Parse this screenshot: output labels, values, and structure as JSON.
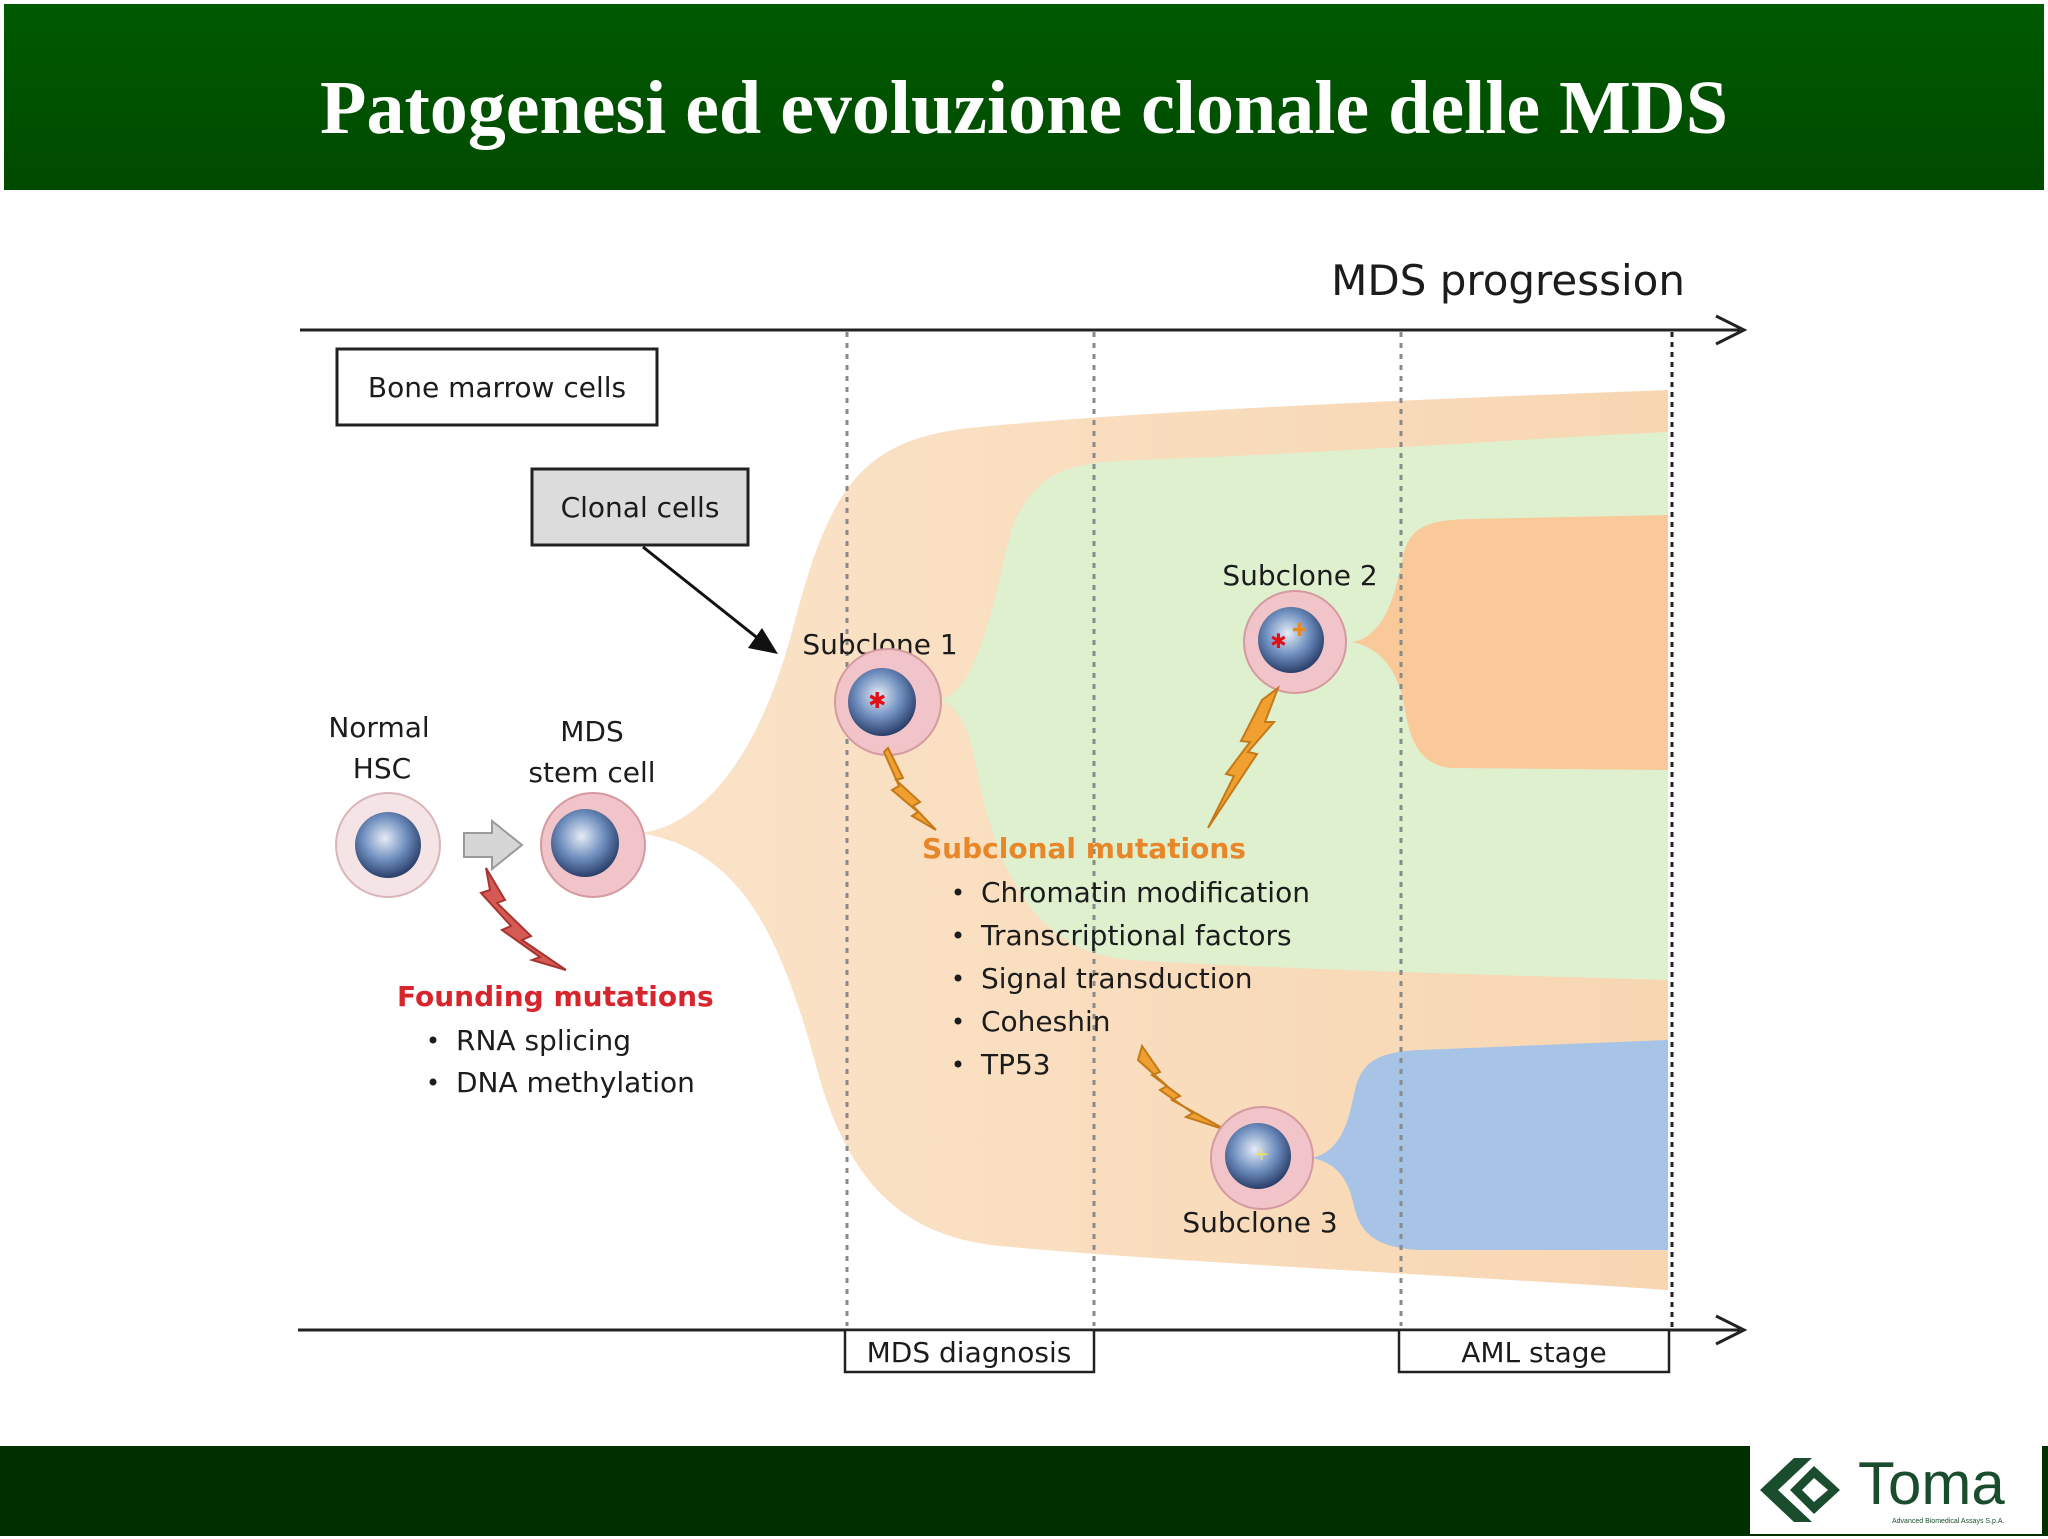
{
  "slide": {
    "title": "Patogenesi ed evoluzione clonale delle MDS"
  },
  "diagram": {
    "progression_label": "MDS progression",
    "bone_marrow_label": "Bone marrow cells",
    "clonal_cells_label": "Clonal cells",
    "normal_hsc": [
      "Normal",
      "HSC"
    ],
    "mds_stem_cell": [
      "MDS",
      "stem cell"
    ],
    "subclone1": "Subclone 1",
    "subclone2": "Subclone 2",
    "subclone3": "Subclone 3",
    "founding_title": "Founding mutations",
    "founding_items": [
      "RNA splicing",
      "DNA methylation"
    ],
    "subclonal_title": "Subclonal mutations",
    "subclonal_items": [
      "Chromatin modification",
      "Transcriptional factors",
      "Signal transduction",
      "Coheshin",
      "TP53"
    ],
    "mds_diagnosis_label": "MDS diagnosis",
    "aml_stage_label": "AML stage",
    "colors": {
      "title_bar": "#005a00",
      "footer_bar": "#003000",
      "clone_peach": "#f8d9b8",
      "subclone1_green": "#dff0cf",
      "subclone2_orange": "#f9c99a",
      "subclone3_blue": "#a7c4e6",
      "founding_red": "#d8242c",
      "subclonal_orange": "#e8862a"
    }
  },
  "logo": {
    "name": "Toma",
    "tagline": "Advanced Biomedical Assays S.p.A."
  }
}
